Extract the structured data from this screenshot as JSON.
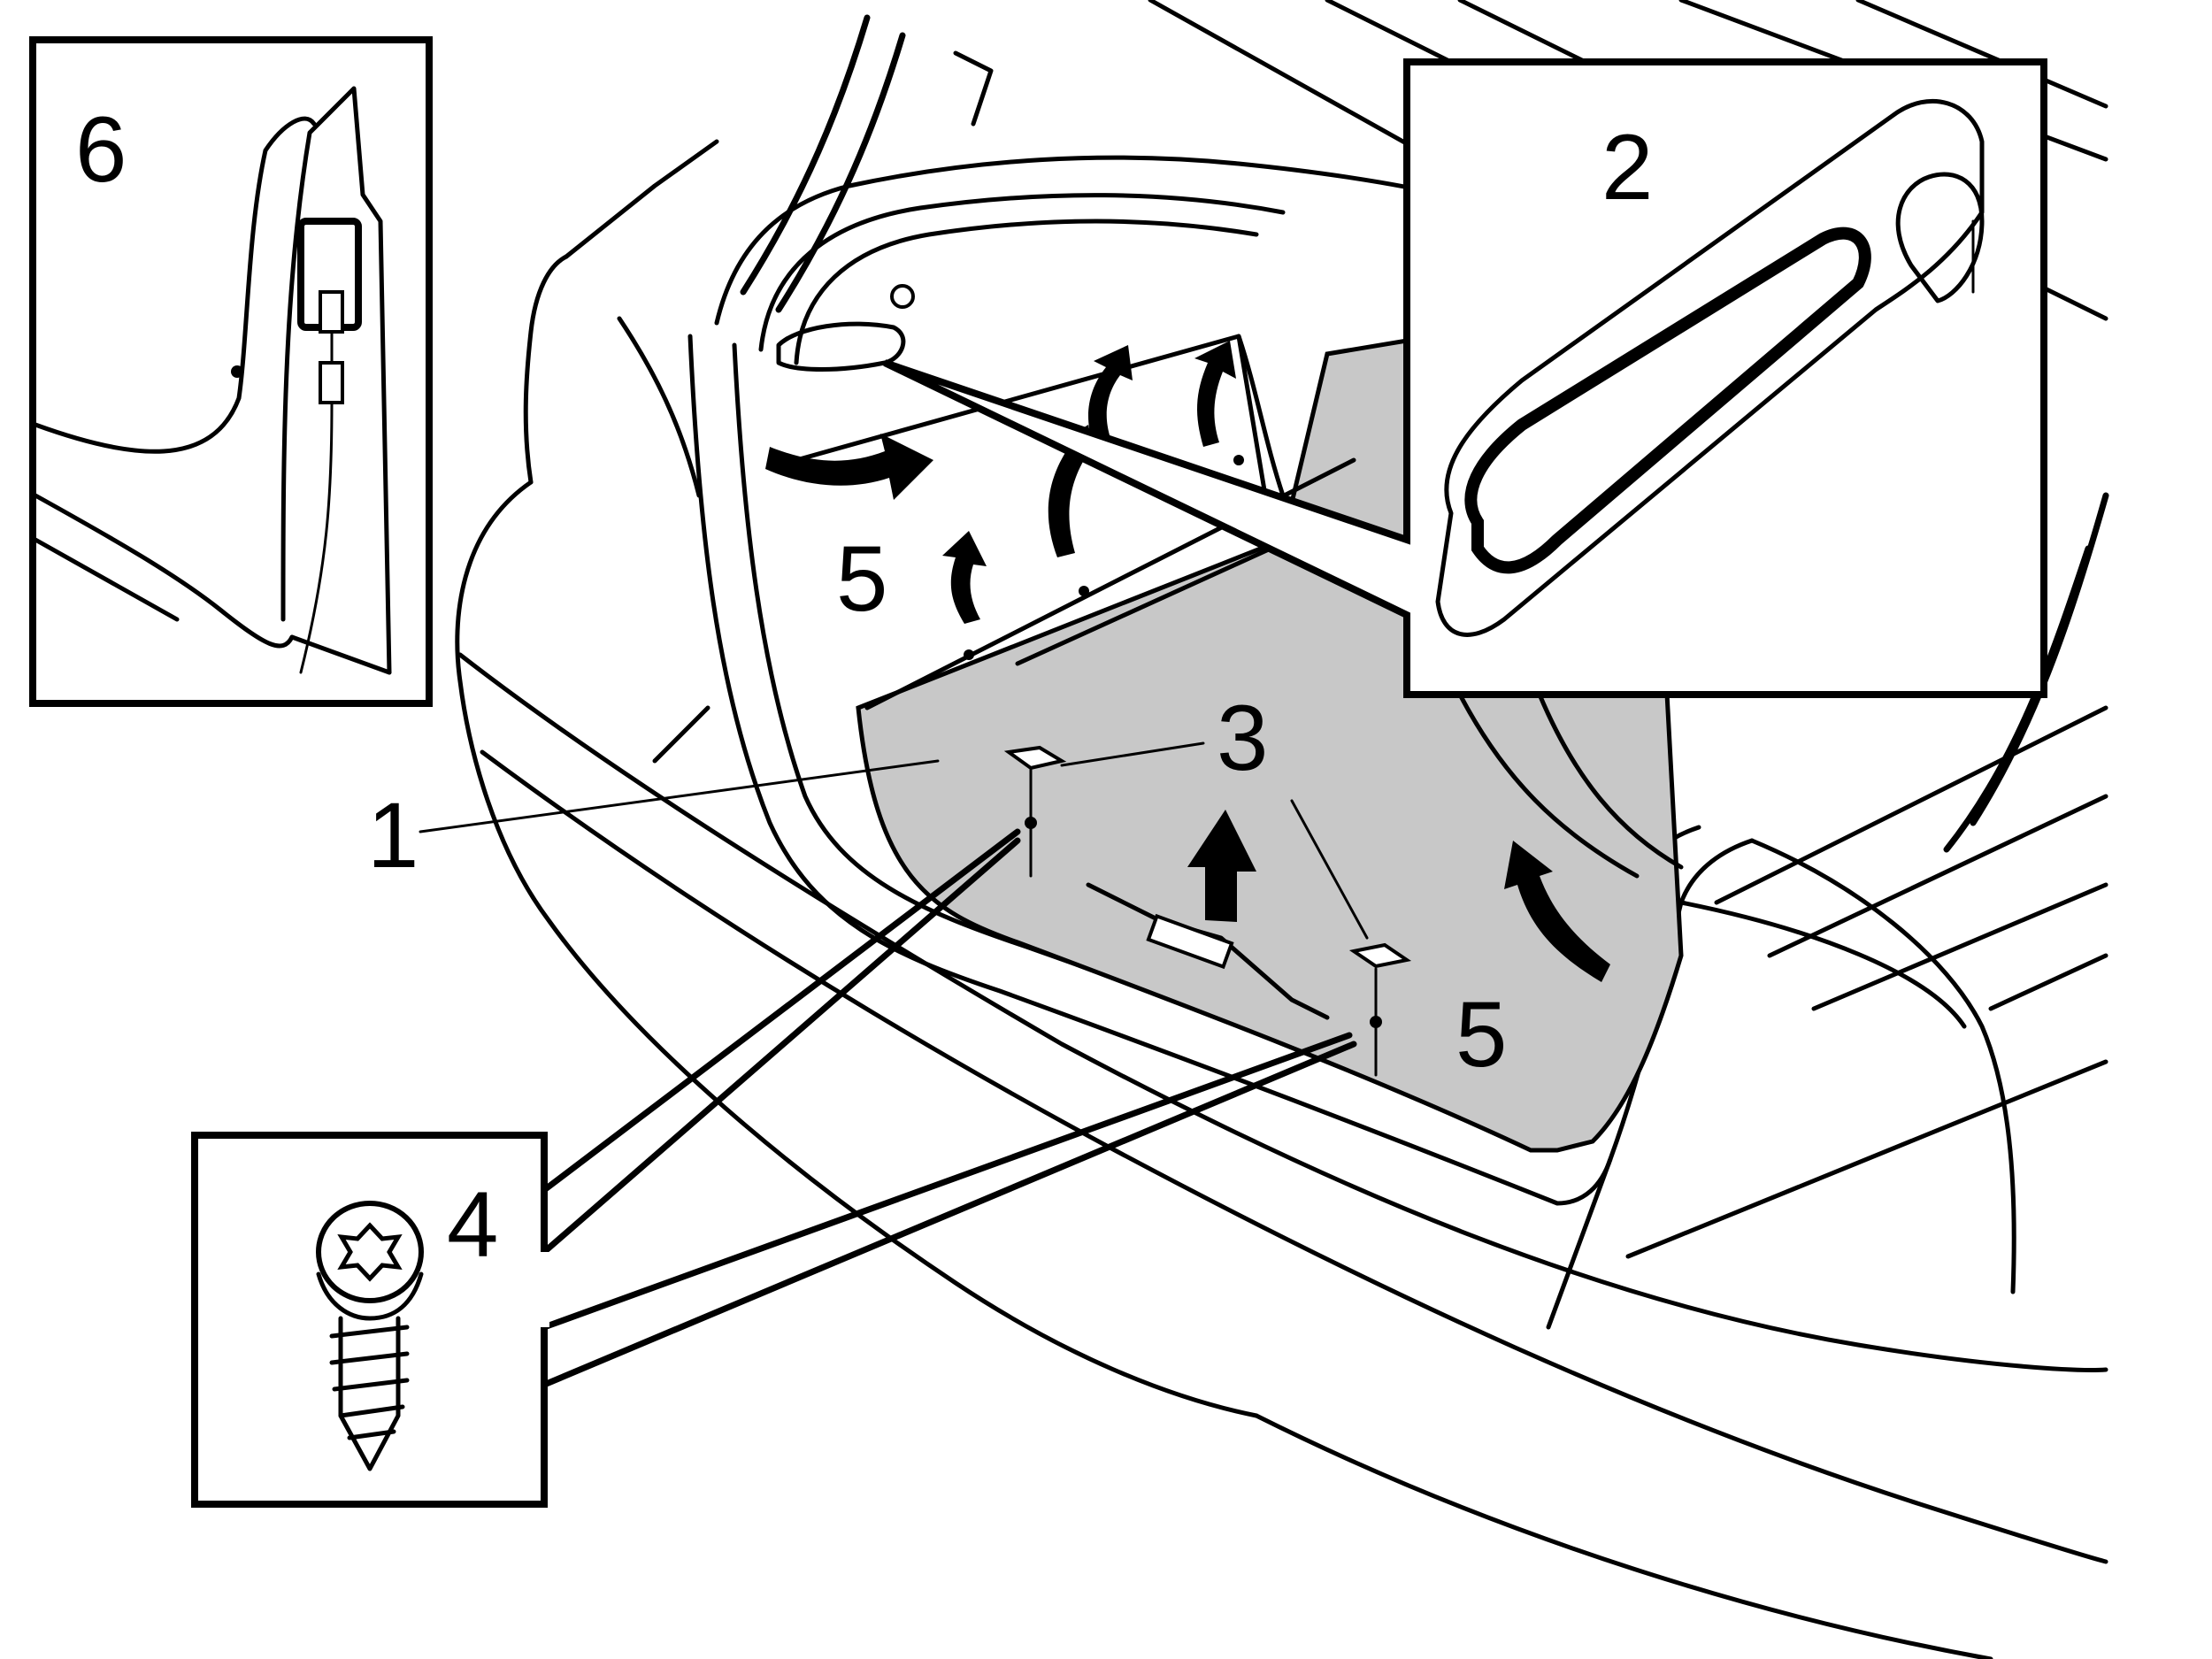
{
  "callouts": {
    "c1": "1",
    "c2": "2",
    "c3": "3",
    "c4": "4",
    "c5a": "5",
    "c5b": "5",
    "c6": "6"
  },
  "colors": {
    "line": "#000000",
    "floor": "#c8c8c8",
    "background": "#ffffff"
  }
}
